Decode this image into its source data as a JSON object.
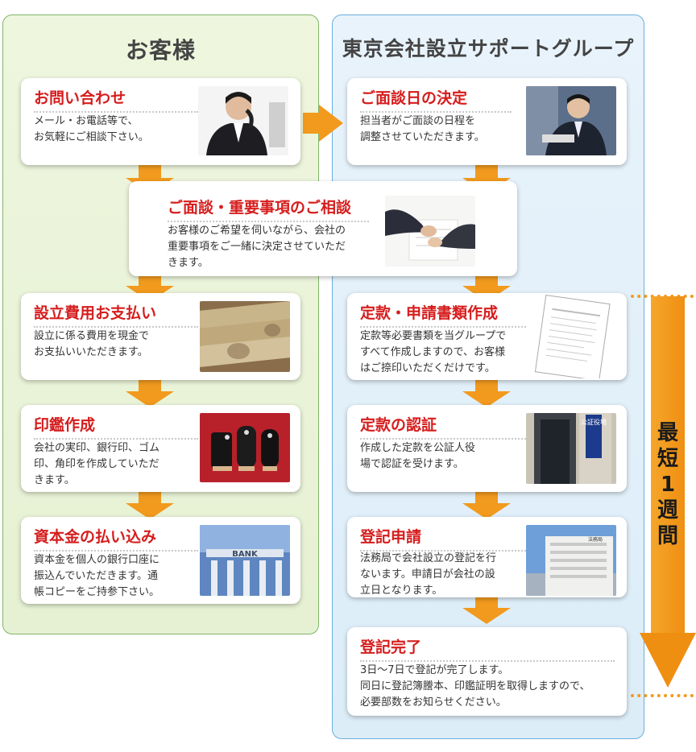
{
  "customer_column": {
    "title": "お客様"
  },
  "group_column": {
    "title": "東京会社設立サポートグループ"
  },
  "steps": {
    "inquiry": {
      "title": "お問い合わせ",
      "text": [
        "メール・お電話等で、",
        "お気軽にご相談下さい。"
      ]
    },
    "interview_date": {
      "title": "ご面談日の決定",
      "text": [
        "担当者がご面談の日程を",
        "調整させていただきます。"
      ]
    },
    "consultation": {
      "title": "ご面談・重要事項のご相談",
      "text": [
        "お客様のご希望を伺いながら、会社の",
        "重要事項をご一緒に決定させていただ",
        "きます。"
      ]
    },
    "payment": {
      "title": "設立費用お支払い",
      "text": [
        "設立に係る費用を現金で",
        "お支払いいただきます。"
      ]
    },
    "articles": {
      "title": "定款・申請書類作成",
      "text": [
        "定款等必要書類を当グループで",
        "すべて作成しますので、お客様",
        "はご捺印いただくだけです。"
      ]
    },
    "seal": {
      "title": "印鑑作成",
      "text": [
        "会社の実印、銀行印、ゴム",
        "印、角印を作成していただ",
        "きます。"
      ]
    },
    "certification": {
      "title": "定款の認証",
      "text": [
        "作成した定款を公証人役",
        "場で認証を受けます。"
      ]
    },
    "capital": {
      "title": "資本金の払い込み",
      "text": [
        "資本金を個人の銀行口座に",
        "振込んでいただきます。通",
        "帳コピーをご持参下さい。"
      ]
    },
    "registration": {
      "title": "登記申請",
      "text": [
        "法務局で会社設立の登記を行",
        "ないます。申請日が会社の設",
        "立日となります。"
      ]
    },
    "complete": {
      "title": "登記完了",
      "text": [
        "3日〜7日で登記が完了します。",
        "同日に登記簿謄本、印鑑証明を取得しますので、",
        "必要部数をお知らせください。"
      ]
    }
  },
  "photo_labels": {
    "notary_sign": "公証役場",
    "bank_sign": "BANK",
    "building_sign": "法務局"
  },
  "duration": {
    "label": [
      "最",
      "短",
      "1",
      "週",
      "間"
    ]
  },
  "colors": {
    "arrow": "#f29a1e",
    "title_red": "#d61d1d",
    "customer_bg": "#eef6de",
    "group_bg": "#e8f3fb"
  }
}
